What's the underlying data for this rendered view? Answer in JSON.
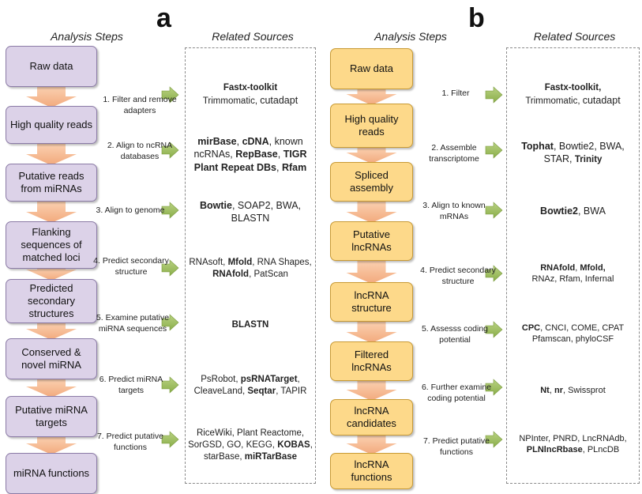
{
  "panel_a": {
    "letter": "a",
    "steps_header": "Analysis Steps",
    "sources_header": "Related Sources",
    "boxes": [
      "Raw data",
      "High quality reads",
      "Putative reads from miRNAs",
      "Flanking sequences of matched loci",
      "Predicted secondary structures",
      "Conserved & novel miRNA",
      "Putative miRNA targets",
      "miRNA functions"
    ],
    "steps": [
      "1. Filter and remove adapters",
      "2. Align to ncRNA databases",
      "3. Align to genome",
      "4. Predict secondary structure",
      "5. Examine putative miRNA sequences",
      "6. Predict miRNA targets",
      "7. Predict putative functions"
    ],
    "sources": [
      {
        "l1a": "Fastx-toolkit",
        "l2a": "Trimmomatic, ",
        "l2b": "cutadapt"
      },
      {
        "l1a": "mirBase",
        "l1b": ", ",
        "l1c": "cDNA",
        "l1d": ", known",
        "l2a": "ncRNAs, ",
        "l2b": "RepBase",
        "l2c": ", ",
        "l2d": "TIGR",
        "l3a": "Plant Repeat DBs",
        "l3b": ", ",
        "l3c": "Rfam"
      },
      {
        "l1a": "Bowtie",
        "l1b": ", SOAP2, BWA,",
        "l2a": "BLASTN"
      },
      {
        "l1a": "RNAsoft, ",
        "l1b": "Mfold",
        "l1c": ", RNA Shapes,",
        "l2a": "RNAfold",
        "l2b": ", PatScan"
      },
      {
        "l1a": "BLASTN"
      },
      {
        "l1a": "PsRobot, ",
        "l1b": "psRNATarget",
        "l1c": ",",
        "l2a": "CleaveLand, ",
        "l2b": "Seqtar",
        "l2c": ", TAPIR"
      },
      {
        "l1a": "RiceWiki, Plant Reactome,",
        "l2a": "SorGSD, GO, KEGG, ",
        "l2b": "KOBAS",
        "l2c": ",",
        "l3a": "starBase, ",
        "l3b": "miRTarBase"
      }
    ]
  },
  "panel_b": {
    "letter": "b",
    "steps_header": "Analysis Steps",
    "sources_header": "Related Sources",
    "boxes": [
      "Raw data",
      "High quality reads",
      "Spliced assembly",
      "Putative lncRNAs",
      "lncRNA structure",
      "Filtered lncRNAs",
      "lncRNA candidates",
      "lncRNA functions"
    ],
    "steps": [
      "1. Filter",
      "2. Assemble transcriptome",
      "3. Align to known mRNAs",
      "4. Predict secondary structure",
      "5. Assesss coding potential",
      "6. Further examine coding potential",
      "7. Predict putative functions"
    ],
    "sources": [
      {
        "l1a": "Fastx-toolkit,",
        "l2a": "Trimmomatic, ",
        "l2b": "cutadapt"
      },
      {
        "l1a": "Tophat",
        "l1b": ", Bowtie2, BWA,",
        "l2a": "STAR, ",
        "l2b": "Trinity"
      },
      {
        "l1a": "Bowtie2",
        "l1b": ", BWA"
      },
      {
        "l1a": "RNAfold",
        "l1b": ", ",
        "l1c": "Mfold,",
        "l2a": "RNAz, Rfam, Infernal"
      },
      {
        "l1a": "CPC",
        "l1b": ", CNCI, COME, CPAT",
        "l2a": "Pfamscan, phyloCSF"
      },
      {
        "l1a": "Nt",
        "l1b": ", ",
        "l1c": "nr",
        "l1d": ", Swissprot"
      },
      {
        "l1a": "NPInter, PNRD, LncRNAdb,",
        "l2a": "PLNlncRbase",
        "l2b": ", PLncDB"
      }
    ]
  },
  "colors": {
    "purple_fill": "#dcd2e8",
    "yellow_fill": "#fdd98a",
    "arrow_peach": "#f7c09a",
    "arrow_green": "#9bbb59"
  }
}
